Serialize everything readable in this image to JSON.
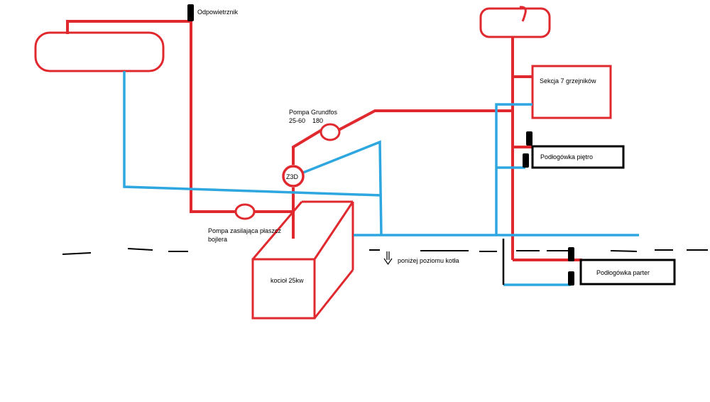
{
  "colors": {
    "hot_pipe": "#e0292f",
    "cold_pipe": "#2ea7e0",
    "outline_black": "#000000",
    "background": "#ffffff"
  },
  "labels": {
    "vent_top": "Odpowietrznik",
    "pump_grundfos_line1": "Pompa Grundfos",
    "pump_grundfos_line2": "25-60    180",
    "valve": "Z3D",
    "pump_boiler_line1": "Pompa zasilająca płaszcz",
    "pump_boiler_line2": "bojlera",
    "boiler": "kocioł 25kw",
    "level_marker": "poniżej poziomu kotła",
    "radiators": "Sekcja 7 grzejników",
    "floor_upper": "Podłogówka piętro",
    "floor_ground": "Podłogówka parter"
  },
  "icons": {
    "vent_valve": "vent-valve-icon",
    "pump": "pump-icon",
    "level_arrow": "down-arrow-icon"
  }
}
